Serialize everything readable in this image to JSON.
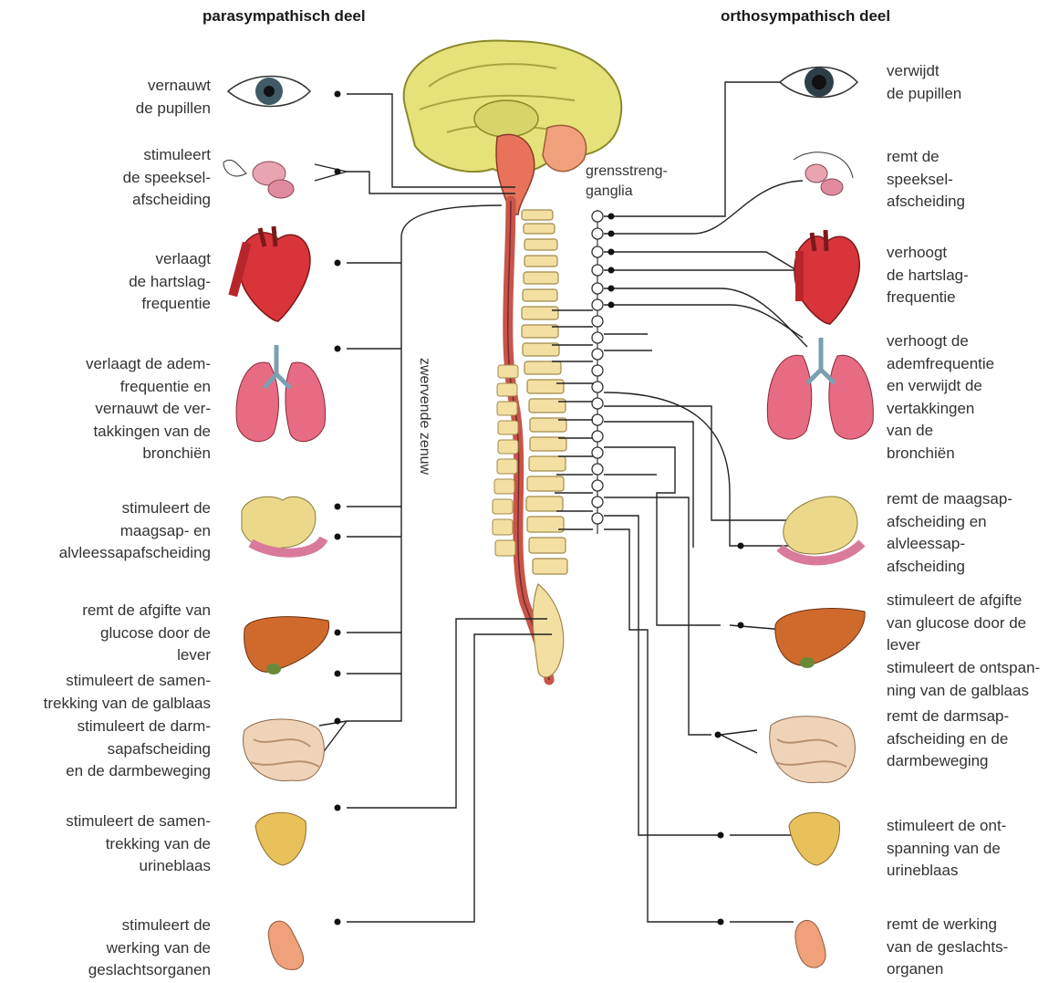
{
  "headers": {
    "parasympathetic": "parasympathisch deel",
    "orthosympathetic": "orthosympathisch deel"
  },
  "center": {
    "ganglia_label": "grensstreng-\nganglia",
    "vagus_label": "zwervende zenuw"
  },
  "left_labels": [
    {
      "organ": "eye",
      "text": "vernauwt\nde pupillen"
    },
    {
      "organ": "salivary-glands",
      "text": "stimuleert\nde speeksel-\nafscheiding"
    },
    {
      "organ": "heart",
      "text": "verlaagt\nde hartslag-\nfrequentie"
    },
    {
      "organ": "lungs",
      "text": "verlaagt de adem-\nfrequentie en\nvernauwt de ver-\ntakkingen van de\nbronchiën"
    },
    {
      "organ": "stomach-pancreas",
      "text": "stimuleert de\nmaagsap- en\nalvleessapafscheiding"
    },
    {
      "organ": "liver",
      "text": "remt de afgifte van\nglucose door de\nlever"
    },
    {
      "organ": "gallbladder",
      "text": "stimuleert de samen-\ntrekking van de galblaas"
    },
    {
      "organ": "intestines",
      "text": "stimuleert de darm-\nsapafscheiding\nen de darmbeweging"
    },
    {
      "organ": "bladder",
      "text": "stimuleert de samen-\ntrekking van de\nurineblaas"
    },
    {
      "organ": "genitals",
      "text": "stimuleert de\nwerking van de\ngeslachtsorganen"
    }
  ],
  "right_labels": [
    {
      "organ": "eye",
      "text": "verwijdt\nde pupillen"
    },
    {
      "organ": "salivary-glands",
      "text": "remt de\nspeeksel-\nafscheiding"
    },
    {
      "organ": "heart",
      "text": "verhoogt\nde hartslag-\nfrequentie"
    },
    {
      "organ": "lungs",
      "text": "verhoogt de\nademfrequentie\nen verwijdt de\nvertakkingen\nvan de\nbronchiën"
    },
    {
      "organ": "stomach-pancreas",
      "text": "remt de maagsap-\nafscheiding en\nalvleessap-\nafscheiding"
    },
    {
      "organ": "liver",
      "text": "stimuleert de afgifte\nvan glucose door de\nlever"
    },
    {
      "organ": "gallbladder",
      "text": "stimuleert de ontspan-\nning van de galblaas"
    },
    {
      "organ": "intestines",
      "text": "remt de darmsap-\nafscheiding en de\ndarmbeweging"
    },
    {
      "organ": "bladder",
      "text": "stimuleert de ont-\nspanning van de\nurineblaas"
    },
    {
      "organ": "genitals",
      "text": "remt de werking\nvan de geslachts-\norganen"
    }
  ],
  "colors": {
    "brain": "#e6e27a",
    "brainstem": "#e8735a",
    "spinal_cord": "#c8554a",
    "vertebrae": "#f3dfa2",
    "heart": "#d8343a",
    "lungs": "#e76b82",
    "liver": "#d06a2c",
    "stomach": "#ecd88a",
    "pancreas": "#d97a9a",
    "intestines": "#efd3b8",
    "bladder": "#e9c15a",
    "genitals": "#f0a07a",
    "eye_iris": "#3f5c66",
    "nerve": "#222222"
  }
}
